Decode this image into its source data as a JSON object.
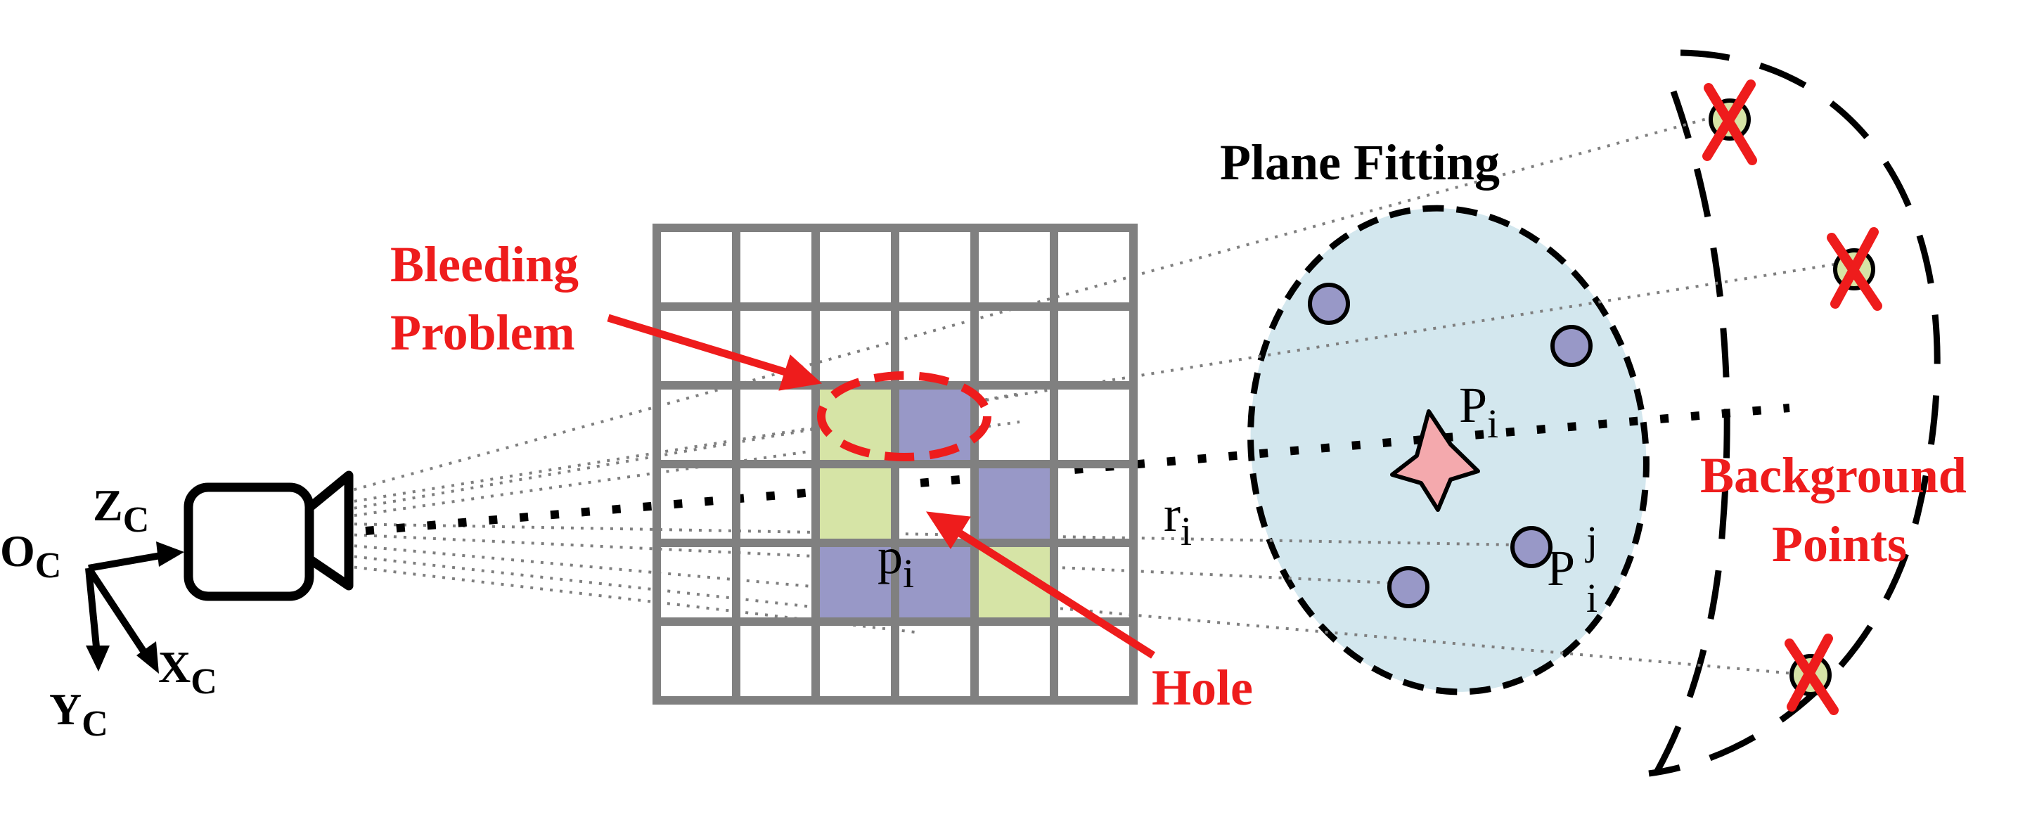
{
  "labels": {
    "bleeding_line1": "Bleeding",
    "bleeding_line2": "Problem",
    "plane_fitting": "Plane Fitting",
    "hole": "Hole",
    "background_line1": "Background",
    "background_line2": "Points",
    "pixel": "p",
    "pixel_sub": "i",
    "ray": "r",
    "ray_sub": "i",
    "point": "P",
    "point_sub": "i",
    "neighbor": "P",
    "neighbor_sub": "i",
    "neighbor_sup": "j",
    "axis_origin": "O",
    "axis_origin_sub": "C",
    "axis_z": "Z",
    "axis_z_sub": "C",
    "axis_x": "X",
    "axis_x_sub": "C",
    "axis_y": "Y",
    "axis_y_sub": "C"
  },
  "colors": {
    "annotation_red": "#ee1c1c",
    "grid_gray": "#808080",
    "cell_green": "#d6e4a6",
    "cell_purple": "#9898c7",
    "plane_fill": "#d3e7ee",
    "neighbor_fill": "#9898c7",
    "point_fill": "#f4a9ad",
    "background_point_fill": "#d6e4a6"
  },
  "icons": {
    "camera": "camera-icon",
    "center_point": "four-point-star-icon",
    "rejected": "red-x-icon"
  }
}
